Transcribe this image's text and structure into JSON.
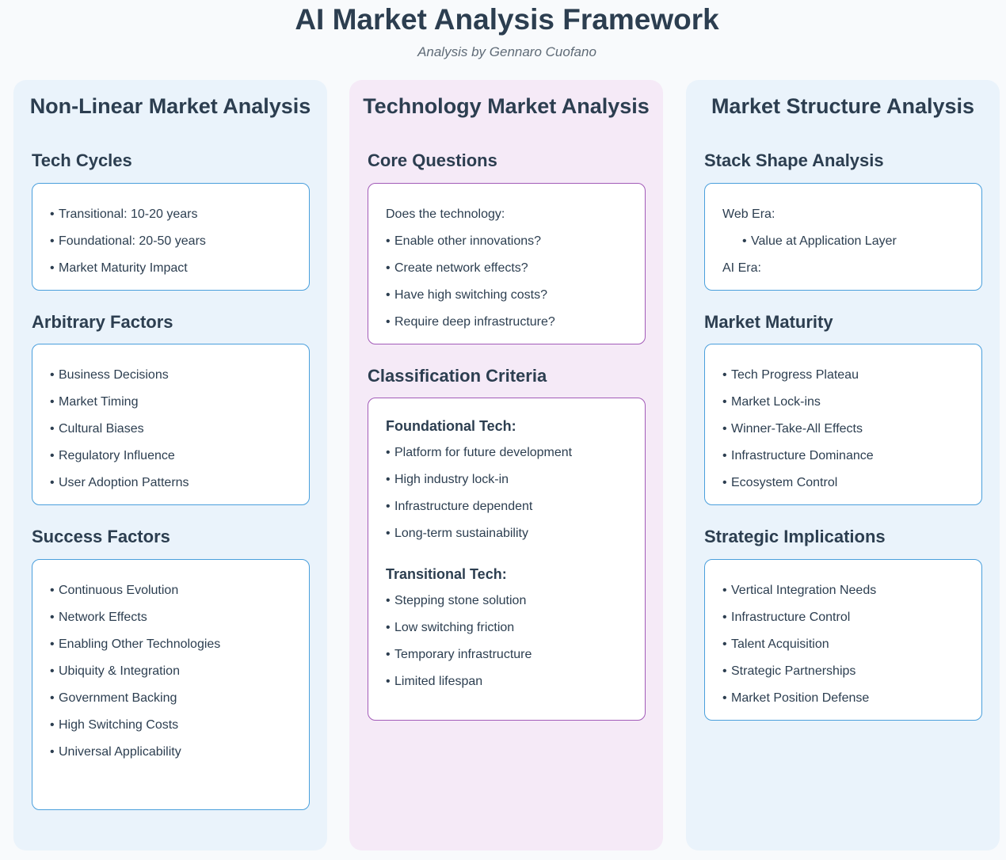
{
  "header": {
    "title": "AI Market Analysis Framework",
    "subtitle": "Analysis by Gennaro Cuofano"
  },
  "columns": {
    "left": {
      "title": "Non-Linear Market Analysis",
      "sections": [
        {
          "title": "Tech Cycles",
          "items": [
            "Transitional: 10-20 years",
            "Foundational: 20-50 years",
            "Market Maturity Impact"
          ]
        },
        {
          "title": "Arbitrary Factors",
          "items": [
            "Business Decisions",
            "Market Timing",
            "Cultural Biases",
            "Regulatory Influence",
            "User Adoption Patterns"
          ]
        },
        {
          "title": "Success Factors",
          "items": [
            "Continuous Evolution",
            "Network Effects",
            "Enabling Other Technologies",
            "Ubiquity & Integration",
            "Government Backing",
            "High Switching Costs",
            "Universal Applicability"
          ]
        }
      ]
    },
    "middle": {
      "title": "Technology Market Analysis",
      "sections": [
        {
          "title": "Core Questions",
          "intro": "Does the technology:",
          "items": [
            "Enable other innovations?",
            "Create network effects?",
            "Have high switching costs?",
            "Require deep infrastructure?"
          ]
        },
        {
          "title": "Classification Criteria",
          "groups": [
            {
              "heading": "Foundational Tech:",
              "items": [
                "Platform for future development",
                "High industry lock-in",
                "Infrastructure dependent",
                "Long-term sustainability"
              ]
            },
            {
              "heading": "Transitional Tech:",
              "items": [
                "Stepping stone solution",
                "Low switching friction",
                "Temporary infrastructure",
                "Limited lifespan"
              ]
            }
          ]
        }
      ]
    },
    "right": {
      "title": "Market Structure Analysis",
      "sections": [
        {
          "title": "Stack Shape Analysis",
          "web_label": "Web Era:",
          "web_items": [
            "Value at Application Layer"
          ],
          "ai_label": "AI Era:"
        },
        {
          "title": "Market Maturity",
          "items": [
            "Tech Progress Plateau",
            "Market Lock-ins",
            "Winner-Take-All Effects",
            "Infrastructure Dominance",
            "Ecosystem Control"
          ]
        },
        {
          "title": "Strategic Implications",
          "items": [
            "Vertical Integration Needs",
            "Infrastructure Control",
            "Talent Acquisition",
            "Strategic Partnerships",
            "Market Position Defense"
          ]
        }
      ]
    }
  },
  "bullet": "•"
}
